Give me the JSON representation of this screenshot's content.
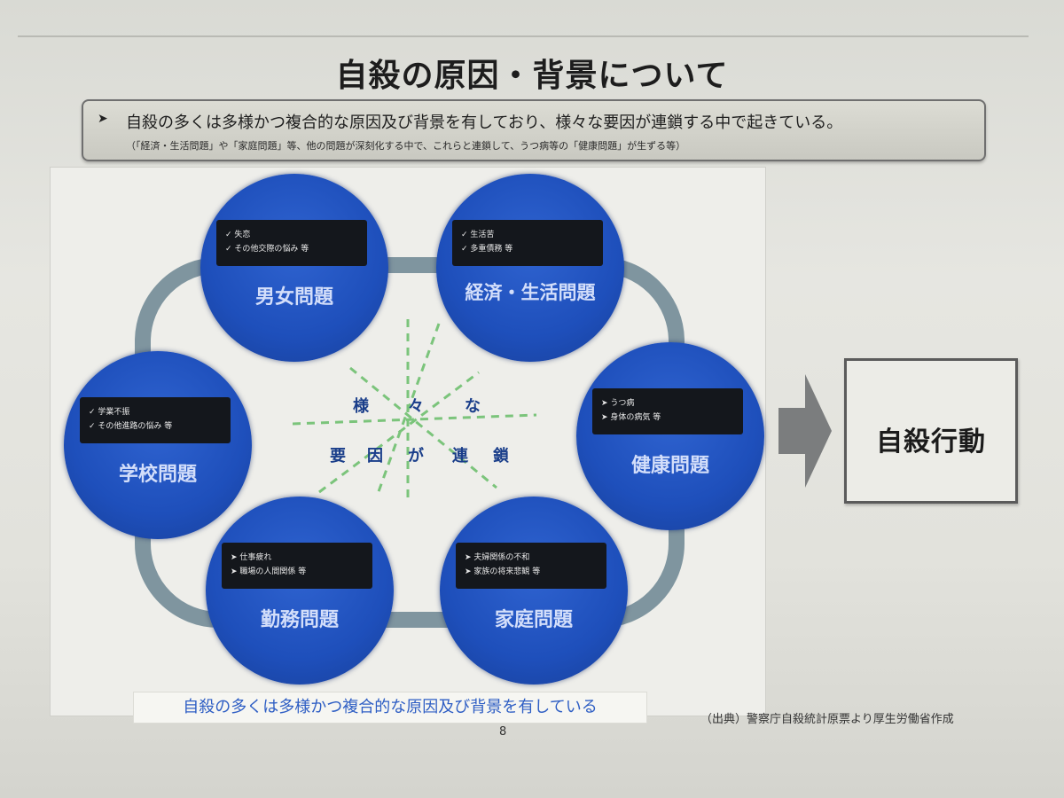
{
  "title": "自殺の原因・背景について",
  "summary": {
    "bullet_symbol": "➤",
    "main": "自殺の多くは多様かつ複合的な原因及び背景を有しており、様々な要因が連鎖する中で起きている。",
    "sub": "（「経済・生活問題」や「家庭問題」等、他の問題が深刻化する中で、これらと連鎖して、うつ病等の「健康問題」が生ずる等）"
  },
  "circles": [
    {
      "id": "gender",
      "label": "男女問題",
      "items": [
        "失恋",
        "その他交際の悩み 等"
      ]
    },
    {
      "id": "economy",
      "label": "経済・生活問題",
      "items": [
        "生活苦",
        "多重債務 等"
      ]
    },
    {
      "id": "health",
      "label": "健康問題",
      "items": [
        "うつ病",
        "身体の病気 等"
      ]
    },
    {
      "id": "family",
      "label": "家庭問題",
      "items": [
        "夫婦関係の不和",
        "家族の将来悲観 等"
      ]
    },
    {
      "id": "work",
      "label": "勤務問題",
      "items": [
        "仕事疲れ",
        "職場の人間関係 等"
      ]
    },
    {
      "id": "school",
      "label": "学校問題",
      "items": [
        "学業不振",
        "その他進路の悩み 等"
      ]
    }
  ],
  "hub": {
    "row1": [
      "様",
      "々",
      "な"
    ],
    "row2": [
      "要",
      "因",
      "が",
      "連",
      "鎖"
    ]
  },
  "result_label": "自殺行動",
  "footer_caption": "自殺の多くは多様かつ複合的な原因及び背景を有している",
  "source_note": "（出典）警察庁自殺統計原票より厚生労働省作成",
  "page_number": "8",
  "colors": {
    "circle_blue": "#1e4fbb",
    "ring": "#7f959f",
    "hub_lines": "#7bc47b",
    "caption_text": "#2e5ec4"
  }
}
